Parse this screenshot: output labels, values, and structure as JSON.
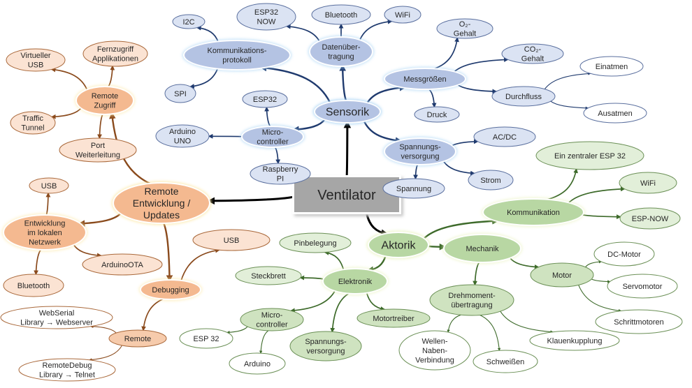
{
  "title": "Ventilator",
  "colors": {
    "blue": {
      "edge": "#1f3a6e",
      "fill": "#b4c3e3",
      "fill_light": "#dbe3f3",
      "stroke": "#5a6f9e",
      "glow": "#a9d4f5"
    },
    "orange": {
      "edge": "#8a4a1c",
      "fill": "#f4b990",
      "fill_light": "#fbe3d3",
      "stroke": "#a9683a",
      "glow": "#fde9a8"
    },
    "green": {
      "edge": "#3d6a2a",
      "fill": "#b8d7a3",
      "fill_light": "#e2efd9",
      "stroke": "#6a8f55",
      "glow": "#eaf3c0"
    },
    "root": {
      "fill": "#a6a6a6",
      "text": "#262626",
      "edge": "#000000"
    }
  },
  "root": {
    "id": "ventilator",
    "label": [
      "Ventilator"
    ]
  },
  "nodes": [
    {
      "id": "sensorik",
      "label": [
        "Sensorik"
      ],
      "branch": "blue",
      "level": 1
    },
    {
      "id": "kommprot",
      "label": [
        "Kommunikations-",
        "protokoll"
      ],
      "branch": "blue",
      "level": 2
    },
    {
      "id": "i2c",
      "label": [
        "I2C"
      ],
      "branch": "blue",
      "level": 3
    },
    {
      "id": "spi",
      "label": [
        "SPI"
      ],
      "branch": "blue",
      "level": 3
    },
    {
      "id": "datenueb",
      "label": [
        "Datenüber-",
        "tragung"
      ],
      "branch": "blue",
      "level": 2
    },
    {
      "id": "esp32now",
      "label": [
        "ESP32",
        "NOW"
      ],
      "branch": "blue",
      "level": 3
    },
    {
      "id": "bt_top",
      "label": [
        "Bluetooth"
      ],
      "branch": "blue",
      "level": 3
    },
    {
      "id": "wifi_top",
      "label": [
        "WiFi"
      ],
      "branch": "blue",
      "level": 3
    },
    {
      "id": "mc_blue",
      "label": [
        "Micro-",
        "controller"
      ],
      "branch": "blue",
      "level": 2
    },
    {
      "id": "esp32_blue",
      "label": [
        "ESP32"
      ],
      "branch": "blue",
      "level": 3
    },
    {
      "id": "arduino_uno",
      "label": [
        "Arduino",
        "UNO"
      ],
      "branch": "blue",
      "level": 3
    },
    {
      "id": "raspi",
      "label": [
        "Raspberry",
        "PI"
      ],
      "branch": "blue",
      "level": 3
    },
    {
      "id": "messgr",
      "label": [
        "Messgrößen"
      ],
      "branch": "blue",
      "level": 2
    },
    {
      "id": "o2",
      "label": [
        "O₂-",
        "Gehalt"
      ],
      "branch": "blue",
      "level": 3
    },
    {
      "id": "co2",
      "label": [
        "CO₂-",
        "Gehalt"
      ],
      "branch": "blue",
      "level": 3
    },
    {
      "id": "durchfluss",
      "label": [
        "Durchfluss"
      ],
      "branch": "blue",
      "level": 3
    },
    {
      "id": "druck",
      "label": [
        "Druck"
      ],
      "branch": "blue",
      "level": 3
    },
    {
      "id": "einatmen",
      "label": [
        "Einatmen"
      ],
      "branch": "blue",
      "level": 4
    },
    {
      "id": "ausatmen",
      "label": [
        "Ausatmen"
      ],
      "branch": "blue",
      "level": 4
    },
    {
      "id": "spv_blue",
      "label": [
        "Spannungs-",
        "versorgung"
      ],
      "branch": "blue",
      "level": 2
    },
    {
      "id": "acdc",
      "label": [
        "AC/DC"
      ],
      "branch": "blue",
      "level": 3
    },
    {
      "id": "strom",
      "label": [
        "Strom"
      ],
      "branch": "blue",
      "level": 3
    },
    {
      "id": "spannung",
      "label": [
        "Spannung"
      ],
      "branch": "blue",
      "level": 3
    },
    {
      "id": "remote_ent",
      "label": [
        "Remote",
        "Entwicklung /",
        "Updates"
      ],
      "branch": "orange",
      "level": 1
    },
    {
      "id": "remote_zug",
      "label": [
        "Remote",
        "Zugriff"
      ],
      "branch": "orange",
      "level": 2
    },
    {
      "id": "virt_usb",
      "label": [
        "Virtueller",
        "USB"
      ],
      "branch": "orange",
      "level": 3
    },
    {
      "id": "fernzugriff",
      "label": [
        "Fernzugriff",
        "Applikationen"
      ],
      "branch": "orange",
      "level": 3
    },
    {
      "id": "traffic",
      "label": [
        "Traffic",
        "Tunnel"
      ],
      "branch": "orange",
      "level": 3
    },
    {
      "id": "port",
      "label": [
        "Port",
        "Weiterleitung"
      ],
      "branch": "orange",
      "level": 3
    },
    {
      "id": "ent_lokal",
      "label": [
        "Entwicklung",
        "im lokalen",
        "Netzwerk"
      ],
      "branch": "orange",
      "level": 2
    },
    {
      "id": "usb_left",
      "label": [
        "USB"
      ],
      "branch": "orange",
      "level": 3
    },
    {
      "id": "arduino_ota",
      "label": [
        "ArduinoOTA"
      ],
      "branch": "orange",
      "level": 3
    },
    {
      "id": "bt_left",
      "label": [
        "Bluetooth"
      ],
      "branch": "orange",
      "level": 3
    },
    {
      "id": "debugging",
      "label": [
        "Debugging"
      ],
      "branch": "orange",
      "level": 2
    },
    {
      "id": "usb_debug",
      "label": [
        "USB"
      ],
      "branch": "orange",
      "level": 3
    },
    {
      "id": "remote_dbg",
      "label": [
        "Remote"
      ],
      "branch": "orange",
      "level": 3
    },
    {
      "id": "webserial",
      "label": [
        "WebSerial",
        "Library → Webserver"
      ],
      "branch": "orange",
      "level": 4
    },
    {
      "id": "remotedebug",
      "label": [
        "RemoteDebug",
        "Library → Telnet"
      ],
      "branch": "orange",
      "level": 4
    },
    {
      "id": "aktorik",
      "label": [
        "Aktorik"
      ],
      "branch": "green",
      "level": 1
    },
    {
      "id": "kommunikation",
      "label": [
        "Kommunikation"
      ],
      "branch": "green",
      "level": 2
    },
    {
      "id": "zentral_esp",
      "label": [
        "Ein zentraler ESP 32"
      ],
      "branch": "green",
      "level": 3
    },
    {
      "id": "wifi_green",
      "label": [
        "WiFi"
      ],
      "branch": "green",
      "level": 3
    },
    {
      "id": "espnow",
      "label": [
        "ESP-NOW"
      ],
      "branch": "green",
      "level": 3
    },
    {
      "id": "mechanik",
      "label": [
        "Mechanik"
      ],
      "branch": "green",
      "level": 2
    },
    {
      "id": "motor",
      "label": [
        "Motor"
      ],
      "branch": "green",
      "level": 3
    },
    {
      "id": "dcmotor",
      "label": [
        "DC-Motor"
      ],
      "branch": "green",
      "level": 4
    },
    {
      "id": "servo",
      "label": [
        "Servomotor"
      ],
      "branch": "green",
      "level": 4
    },
    {
      "id": "schritt",
      "label": [
        "Schrittmotoren"
      ],
      "branch": "green",
      "level": 4
    },
    {
      "id": "drehmoment",
      "label": [
        "Drehmoment-",
        "übertragung"
      ],
      "branch": "green",
      "level": 3
    },
    {
      "id": "wellen",
      "label": [
        "Wellen-",
        "Naben-",
        "Verbindung"
      ],
      "branch": "green",
      "level": 4
    },
    {
      "id": "schweissen",
      "label": [
        "Schweißen"
      ],
      "branch": "green",
      "level": 4
    },
    {
      "id": "klauen",
      "label": [
        "Klauenkupplung"
      ],
      "branch": "green",
      "level": 4
    },
    {
      "id": "elektronik",
      "label": [
        "Elektronik"
      ],
      "branch": "green",
      "level": 2
    },
    {
      "id": "pinbelegung",
      "label": [
        "Pinbelegung"
      ],
      "branch": "green",
      "level": 3
    },
    {
      "id": "steckbrett",
      "label": [
        "Steckbrett"
      ],
      "branch": "green",
      "level": 3
    },
    {
      "id": "mc_green",
      "label": [
        "Micro-",
        "controller"
      ],
      "branch": "green",
      "level": 3
    },
    {
      "id": "esp32_green",
      "label": [
        "ESP 32"
      ],
      "branch": "green",
      "level": 4
    },
    {
      "id": "arduino_green",
      "label": [
        "Arduino"
      ],
      "branch": "green",
      "level": 4
    },
    {
      "id": "spv_green",
      "label": [
        "Spannungs-",
        "versorgung"
      ],
      "branch": "green",
      "level": 3
    },
    {
      "id": "motortreiber",
      "label": [
        "Motortreiber"
      ],
      "branch": "green",
      "level": 3
    }
  ],
  "edges": [
    [
      "ventilator",
      "sensorik"
    ],
    [
      "ventilator",
      "remote_ent"
    ],
    [
      "ventilator",
      "aktorik"
    ],
    [
      "sensorik",
      "kommprot"
    ],
    [
      "sensorik",
      "datenueb"
    ],
    [
      "sensorik",
      "mc_blue"
    ],
    [
      "sensorik",
      "messgr"
    ],
    [
      "sensorik",
      "spv_blue"
    ],
    [
      "kommprot",
      "i2c"
    ],
    [
      "kommprot",
      "spi"
    ],
    [
      "datenueb",
      "esp32now"
    ],
    [
      "datenueb",
      "bt_top"
    ],
    [
      "datenueb",
      "wifi_top"
    ],
    [
      "mc_blue",
      "esp32_blue"
    ],
    [
      "mc_blue",
      "arduino_uno"
    ],
    [
      "mc_blue",
      "raspi"
    ],
    [
      "messgr",
      "o2"
    ],
    [
      "messgr",
      "co2"
    ],
    [
      "messgr",
      "durchfluss"
    ],
    [
      "messgr",
      "druck"
    ],
    [
      "durchfluss",
      "einatmen"
    ],
    [
      "durchfluss",
      "ausatmen"
    ],
    [
      "spv_blue",
      "acdc"
    ],
    [
      "spv_blue",
      "strom"
    ],
    [
      "spv_blue",
      "spannung"
    ],
    [
      "remote_ent",
      "remote_zug"
    ],
    [
      "remote_ent",
      "ent_lokal"
    ],
    [
      "remote_ent",
      "debugging"
    ],
    [
      "remote_zug",
      "virt_usb"
    ],
    [
      "remote_zug",
      "fernzugriff"
    ],
    [
      "remote_zug",
      "traffic"
    ],
    [
      "remote_zug",
      "port"
    ],
    [
      "ent_lokal",
      "usb_left"
    ],
    [
      "ent_lokal",
      "arduino_ota"
    ],
    [
      "ent_lokal",
      "bt_left"
    ],
    [
      "debugging",
      "usb_debug"
    ],
    [
      "debugging",
      "remote_dbg"
    ],
    [
      "remote_dbg",
      "webserial"
    ],
    [
      "remote_dbg",
      "remotedebug"
    ],
    [
      "aktorik",
      "kommunikation"
    ],
    [
      "aktorik",
      "mechanik"
    ],
    [
      "aktorik",
      "elektronik"
    ],
    [
      "kommunikation",
      "zentral_esp"
    ],
    [
      "kommunikation",
      "wifi_green"
    ],
    [
      "kommunikation",
      "espnow"
    ],
    [
      "mechanik",
      "motor"
    ],
    [
      "mechanik",
      "drehmoment"
    ],
    [
      "motor",
      "dcmotor"
    ],
    [
      "motor",
      "servo"
    ],
    [
      "motor",
      "schritt"
    ],
    [
      "drehmoment",
      "wellen"
    ],
    [
      "drehmoment",
      "schweissen"
    ],
    [
      "drehmoment",
      "klauen"
    ],
    [
      "elektronik",
      "pinbelegung"
    ],
    [
      "elektronik",
      "steckbrett"
    ],
    [
      "elektronik",
      "mc_green"
    ],
    [
      "elektronik",
      "spv_green"
    ],
    [
      "elektronik",
      "motortreiber"
    ],
    [
      "mc_green",
      "esp32_green"
    ],
    [
      "mc_green",
      "arduino_green"
    ]
  ]
}
